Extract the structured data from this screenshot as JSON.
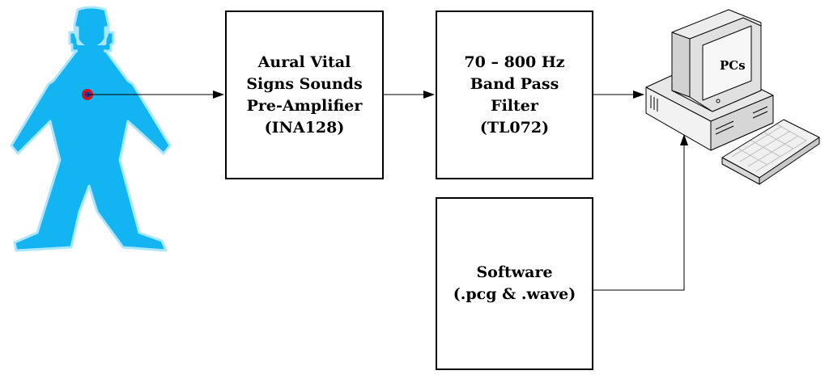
{
  "blocks": {
    "preamp": {
      "lines": [
        "Aural Vital",
        "Signs Sounds",
        "Pre-Amplifier",
        "(INA128)"
      ]
    },
    "filter": {
      "lines": [
        "70 – 800 Hz",
        "Band Pass",
        "Filter",
        "(TL072)"
      ]
    },
    "software": {
      "lines": [
        "Software",
        "(.pcg & .wave)"
      ]
    }
  },
  "computer": {
    "label": "PCs"
  },
  "colors": {
    "person": "#12b5f2",
    "person_outline": "#a9e6ff",
    "sensor_outer": "#d4141c",
    "sensor_inner": "#2430a0",
    "line": "#000000"
  },
  "icons": {
    "person": "human-figure-icon",
    "computer": "desktop-computer-icon",
    "keyboard": "keyboard-icon"
  }
}
